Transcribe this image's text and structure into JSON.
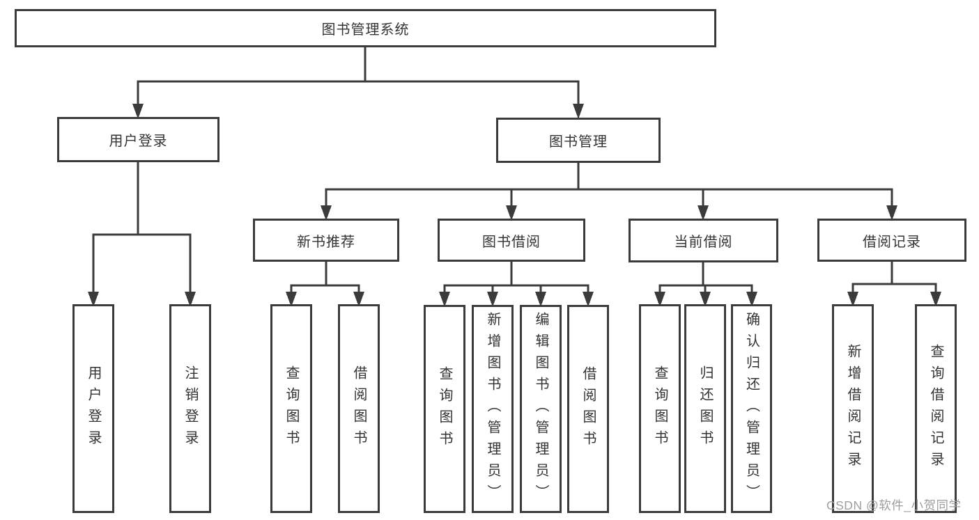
{
  "diagram": {
    "root_label": "图书管理系统",
    "branches": {
      "user_login": {
        "label": "用户登录",
        "children": [
          "用户登录",
          "注销登录"
        ]
      },
      "book_mgmt": {
        "label": "图书管理",
        "sections": {
          "new_book": {
            "label": "新书推荐",
            "children": [
              "查询图书",
              "借阅图书"
            ]
          },
          "book_borrow": {
            "label": "图书借阅",
            "children": [
              "查询图书",
              "新增图书（管理员）",
              "编辑图书（管理员）",
              "借阅图书"
            ]
          },
          "current_borrow": {
            "label": "当前借阅",
            "children": [
              "查询图书",
              "归还图书",
              "确认归还（管理员）"
            ]
          },
          "borrow_records": {
            "label": "借阅记录",
            "children": [
              "新增借阅记录",
              "查询借阅记录"
            ]
          }
        }
      }
    }
  },
  "watermark": "CSDN @软件_小贺同学",
  "colors": {
    "line": "#3b3b3b",
    "text": "#333333",
    "watermark": "#9e9e9e",
    "background": "#ffffff"
  }
}
